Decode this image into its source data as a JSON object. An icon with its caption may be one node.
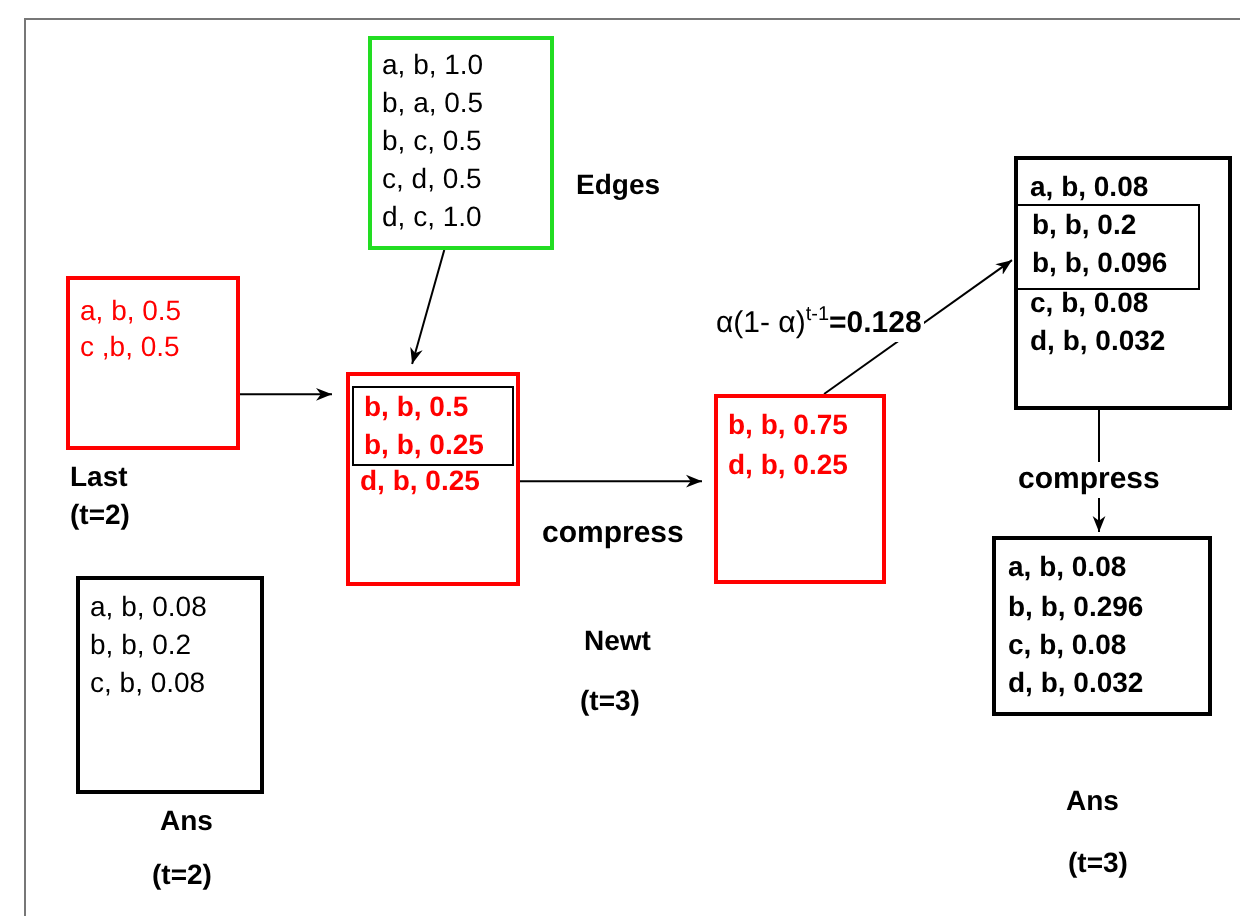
{
  "diagram": {
    "nodes": [
      {
        "text": [
          "a, b, 1.0",
          "b, a, 0.5",
          "b, c, 0.5",
          "c, d, 0.5",
          "d, c, 1.0"
        ],
        "beside": [
          "Edges"
        ]
      },
      {
        "text": [
          "a, b, 0.5",
          "c ,b, 0.5"
        ],
        "beside": [
          "Last",
          "(t=2)"
        ]
      },
      {
        "text": [
          "d, b, 0.25"
        ]
      },
      {
        "text": [
          "b, b, 0.5",
          "b, b, 0.25"
        ],
        "in": 2
      },
      {
        "text": [
          "b, b, 0.75",
          "d, b, 0.25"
        ]
      },
      {
        "text": [
          "a, b, 0.08",
          "c, b, 0.08",
          "d, b, 0.032"
        ]
      },
      {
        "text": [
          "b, b, 0.2",
          "b, b, 0.096"
        ],
        "in": 5
      },
      {
        "text": [
          "a, b, 0.08",
          "b, b, 0.296",
          "c, b, 0.08",
          "d, b, 0.032"
        ],
        "beside": [
          "Ans",
          "(t=3)"
        ]
      },
      {
        "text": [
          "a, b, 0.08",
          "b, b, 0.2",
          "c, b, 0.08"
        ],
        "beside": [
          "Ans",
          "(t=2)"
        ]
      }
    ],
    "edges": [
      {
        "from": 0,
        "to": 2,
        "arrow": "to"
      },
      {
        "from": 1,
        "to": 2,
        "arrow": "to"
      },
      {
        "from": 2,
        "to": 4,
        "arrow": "to",
        "label": "compress"
      },
      {
        "from": 4,
        "to": 5,
        "arrow": "to",
        "label": "α(1- α)$^{t-1}$**=0.128**"
      },
      {
        "from": 5,
        "to": 7,
        "arrow": "to",
        "label": "compress"
      }
    ],
    "labels": [
      "Newt",
      "(t=3)"
    ]
  }
}
